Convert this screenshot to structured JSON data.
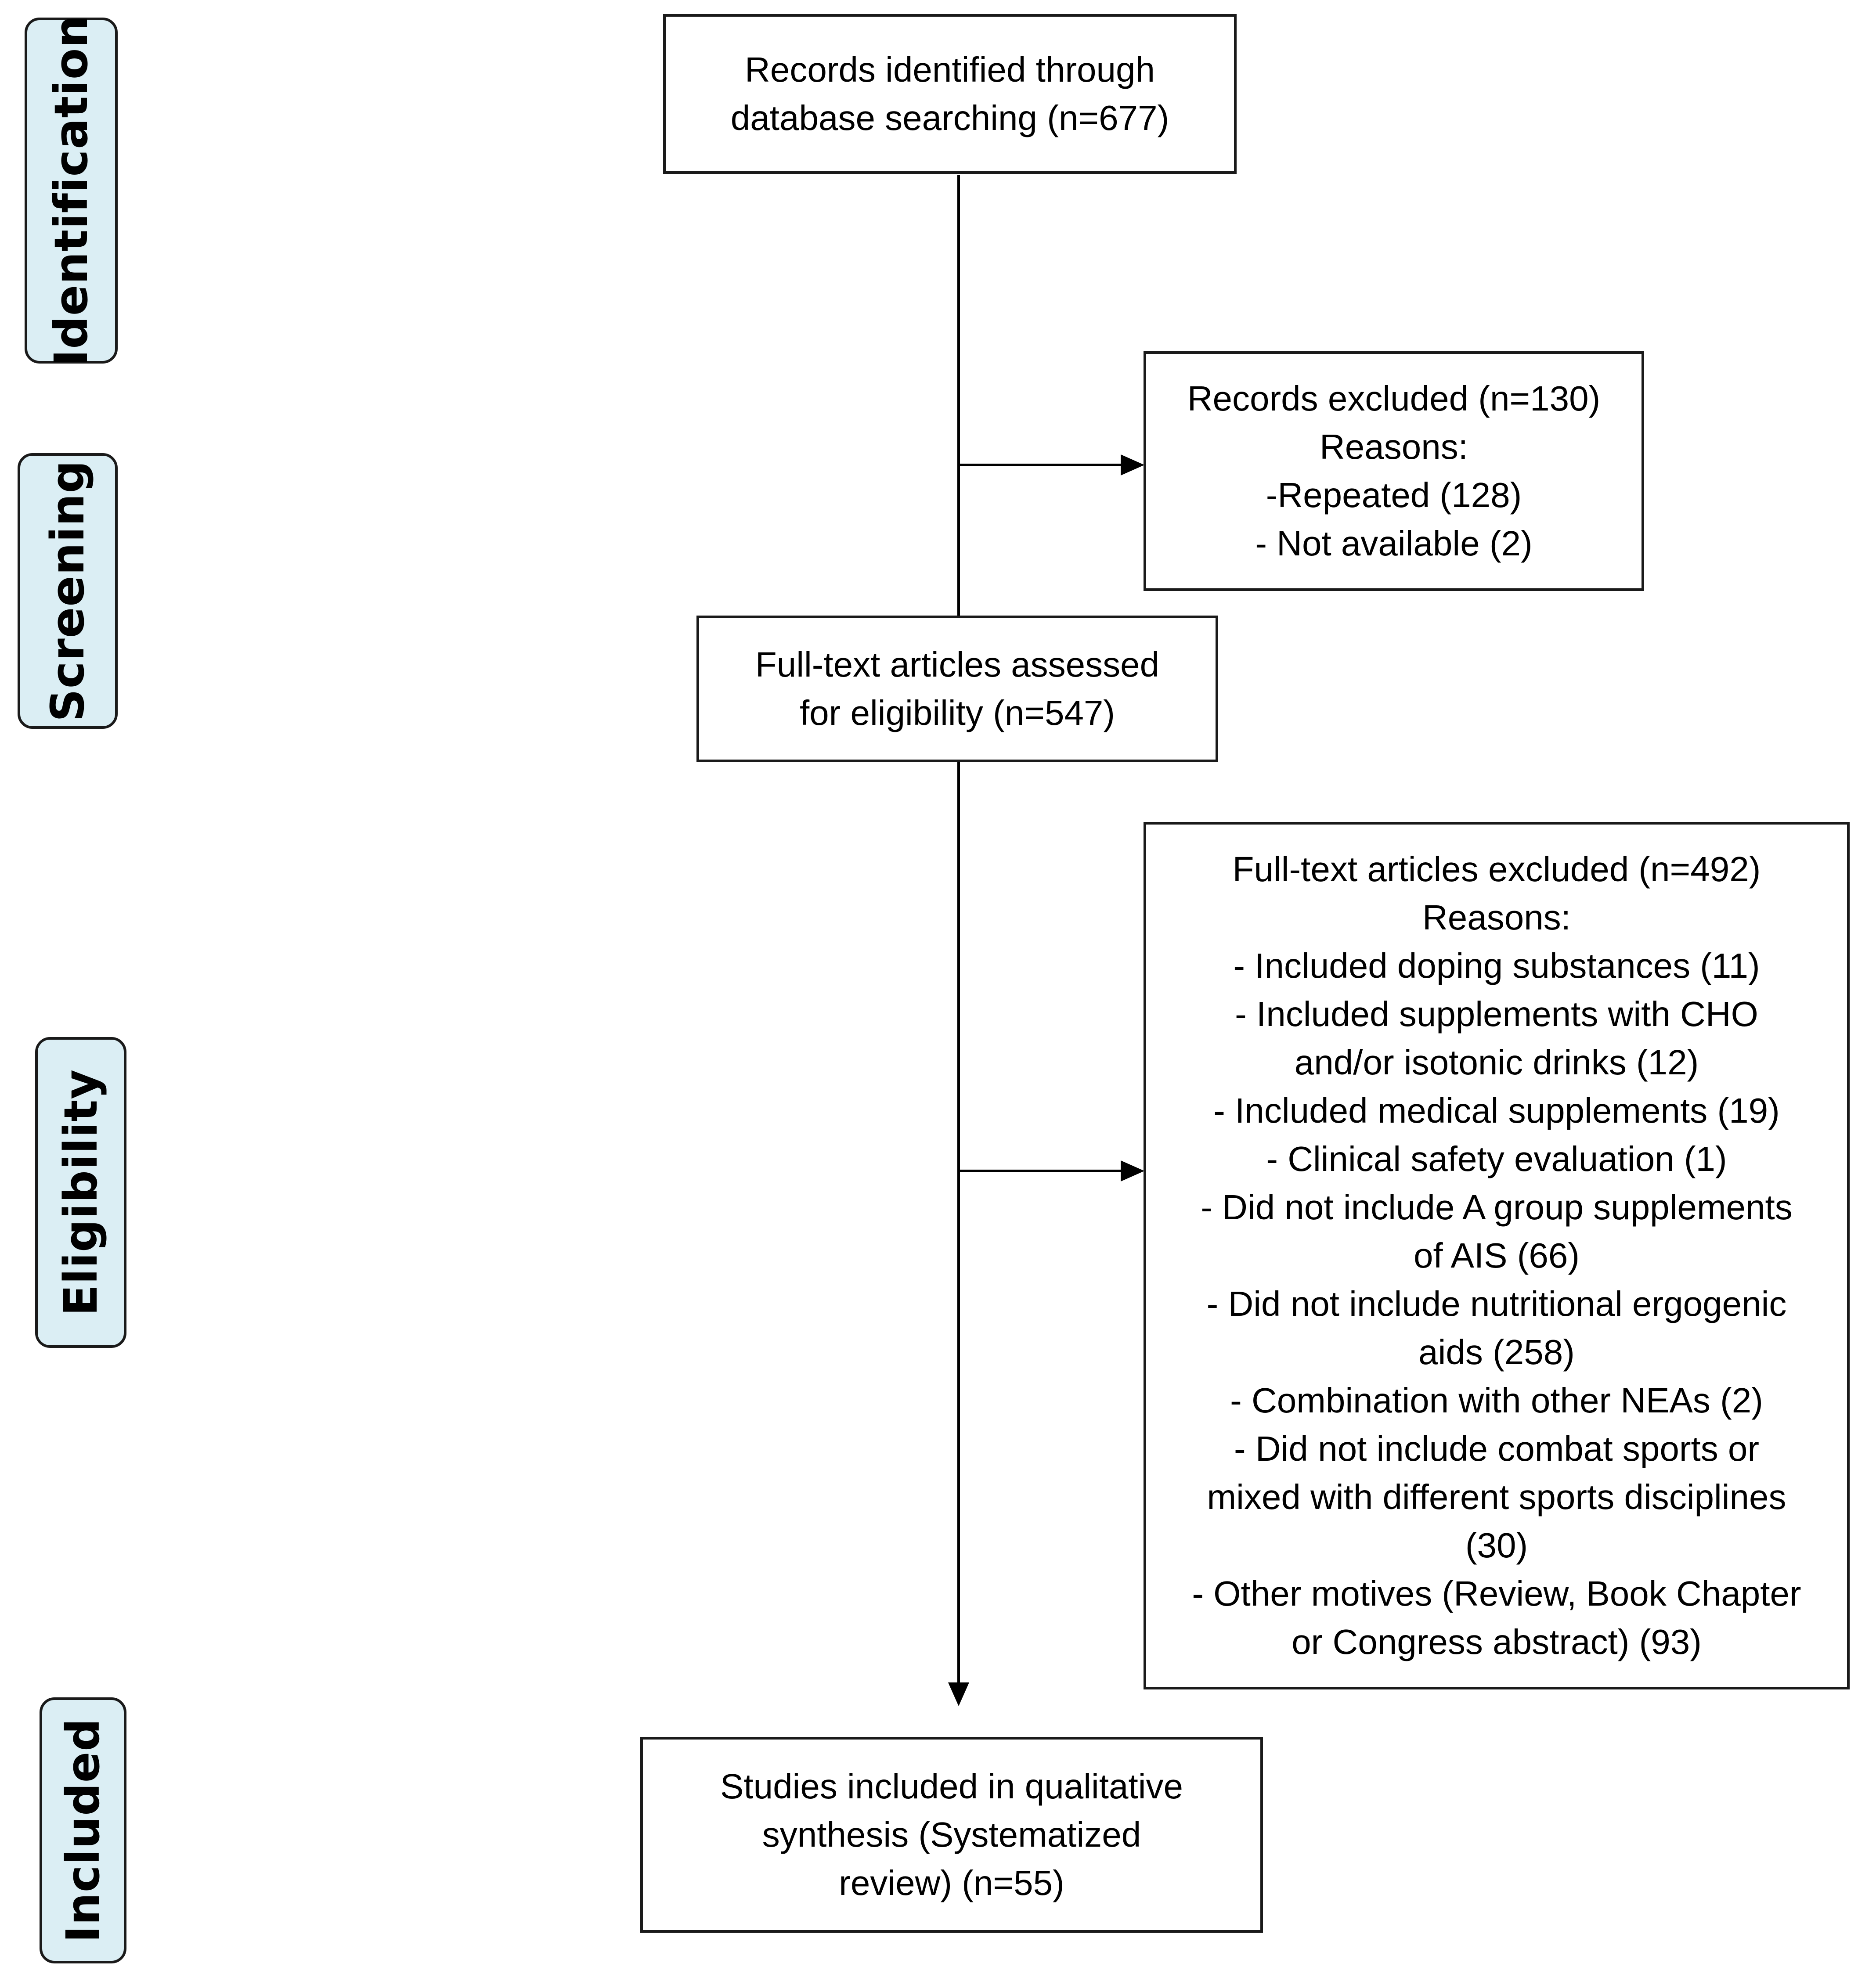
{
  "stages": {
    "identification": "Identification",
    "screening": "Screening",
    "eligibility": "Eligibility",
    "included": "Included"
  },
  "boxes": {
    "records_identified": [
      "Records identified through",
      "database searching (n=677)"
    ],
    "records_excluded": [
      "Records excluded (n=130)",
      "Reasons:",
      "-Repeated (128)",
      "- Not available (2)"
    ],
    "full_text_assessed": [
      "Full-text articles assessed",
      "for eligibility (n=547)"
    ],
    "full_text_excluded": [
      "Full-text articles excluded (n=492)",
      "Reasons:",
      "- Included doping substances (11)",
      "- Included supplements with CHO",
      "and/or isotonic drinks (12)",
      "- Included medical supplements (19)",
      "- Clinical safety evaluation (1)",
      "- Did not include A group supplements",
      "of AIS (66)",
      "- Did not include nutritional ergogenic",
      "aids (258)",
      "- Combination with other NEAs (2)",
      "- Did not include combat sports or",
      "mixed with different sports disciplines",
      "(30)",
      "- Other motives (Review, Book Chapter",
      "or Congress abstract) (93)"
    ],
    "studies_included": [
      "Studies included in qualitative",
      "synthesis (Systematized",
      "review) (n=55)"
    ]
  }
}
